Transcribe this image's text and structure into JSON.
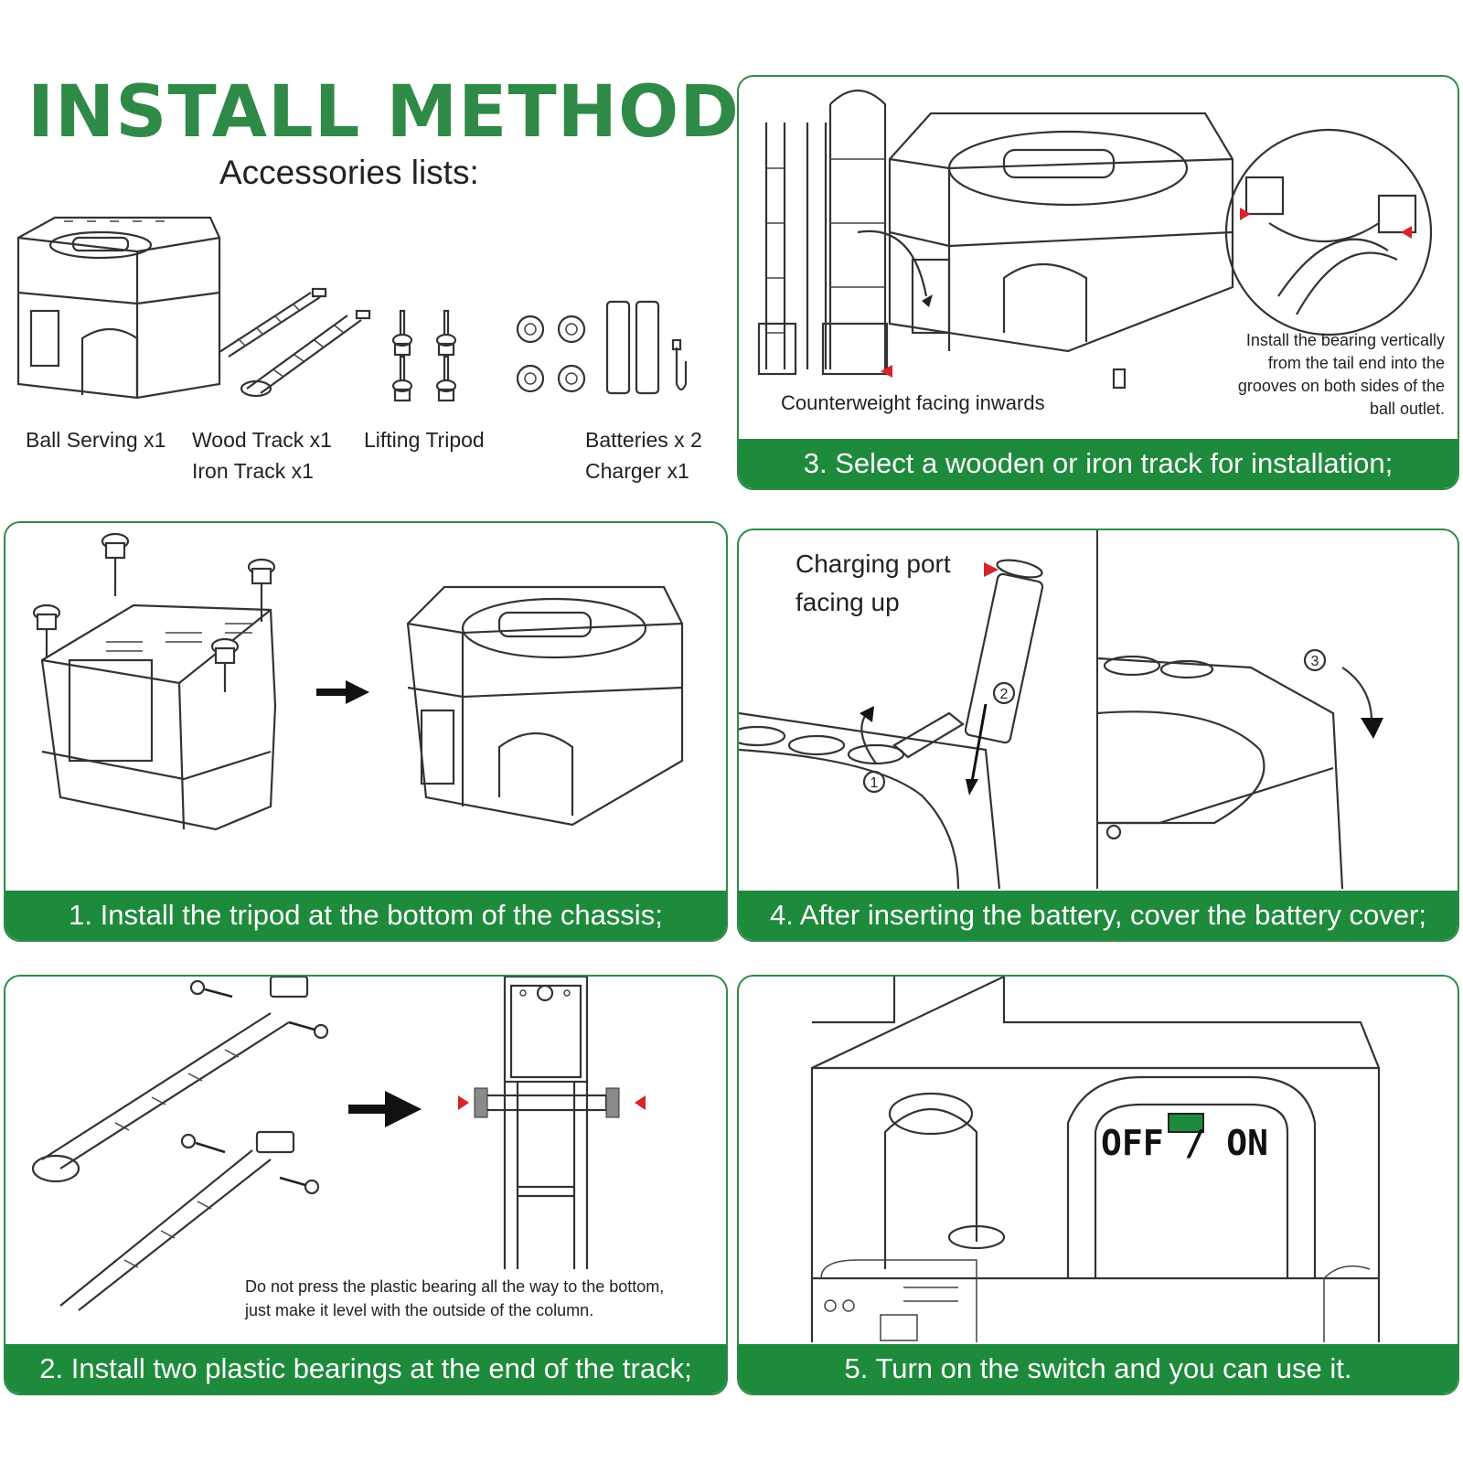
{
  "header": {
    "title": "INSTALL METHOD",
    "subtitle": "Accessories lists:"
  },
  "accessories": {
    "ball_serving": "Ball Serving x1",
    "wood_track": "Wood Track x1",
    "iron_track": "Iron Track x1",
    "lifting_tripod": "Lifting Tripod",
    "batteries": "Batteries x 2",
    "charger": "Charger x1"
  },
  "steps": {
    "step1": {
      "caption": "1. Install the tripod at the bottom of the chassis;"
    },
    "step2": {
      "caption": "2. Install two plastic bearings at the end of the track;",
      "note_line1": "Do not press the plastic bearing all the way to the bottom,",
      "note_line2": "just make it level with the outside of the column."
    },
    "step3": {
      "caption": "3. Select a wooden or iron track for installation;",
      "note_counterweight": "Counterweight facing inwards",
      "note_bearing_1": "Install the bearing vertically",
      "note_bearing_2": "from the tail end into the",
      "note_bearing_3": "grooves on both sides of the",
      "note_bearing_4": "ball outlet."
    },
    "step4": {
      "caption": "4. After inserting the battery, cover the battery cover;",
      "note_port_1": "Charging port",
      "note_port_2": "facing up",
      "marker1": "1",
      "marker2": "2",
      "marker3": "3"
    },
    "step5": {
      "caption": "5. Turn on the switch and you can use it.",
      "switch_label": "OFF / ON"
    }
  },
  "colors": {
    "brand_green": "#2f8a47",
    "caption_bar": "#1e8a3c",
    "marker_red": "#d8232a",
    "switch_green": "#1e8a3c"
  }
}
